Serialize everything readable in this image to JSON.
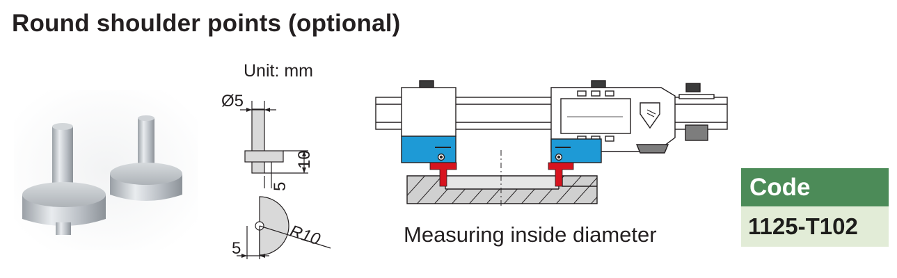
{
  "title": "Round shoulder points (optional)",
  "unit_label": "Unit: mm",
  "dimensions": {
    "diameter": "Ø5",
    "height": "10",
    "shoulder": "5",
    "radius": "R10",
    "offset": "5"
  },
  "caption": "Measuring inside diameter",
  "code": {
    "header": "Code",
    "value": "1125-T102"
  },
  "colors": {
    "code_header": "#4c8b58",
    "code_value_bg": "#e2ecd7",
    "jaw_blue": "#1e9ad6",
    "point_red": "#d7141f"
  }
}
